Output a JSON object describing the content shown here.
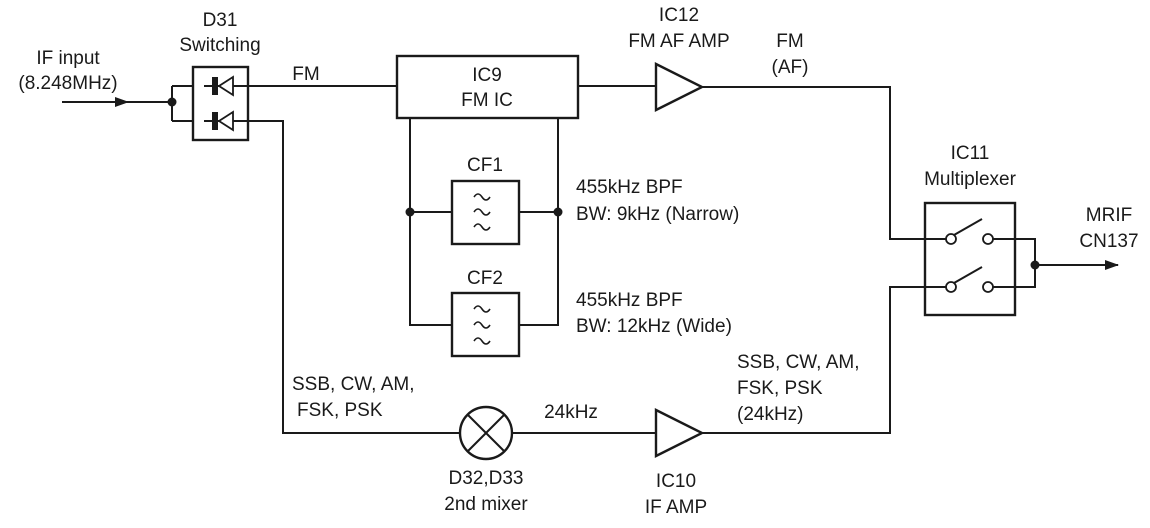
{
  "colors": {
    "line": "#1a1a1a",
    "background": "#ffffff"
  },
  "labels": {
    "if_input": [
      "IF input",
      "(8.248MHz)"
    ],
    "d31": [
      "D31",
      "Switching"
    ],
    "fm_path": "FM",
    "ic9": [
      "IC9",
      "FM IC"
    ],
    "ic12": [
      "IC12",
      "FM AF AMP"
    ],
    "fm_af": [
      "FM",
      "(AF)"
    ],
    "cf1": "CF1",
    "cf1_spec": [
      "455kHz BPF",
      "BW: 9kHz (Narrow)"
    ],
    "cf2": "CF2",
    "cf2_spec": [
      "455kHz BPF",
      "BW: 12kHz (Wide)"
    ],
    "ic11": [
      "IC11",
      "Multiplexer"
    ],
    "mrif": [
      "MRIF",
      "CN137"
    ],
    "ssb_path": [
      "SSB, CW, AM,",
      "FSK, PSK"
    ],
    "mixer_out": "24kHz",
    "mixer": [
      "D32,D33",
      "2nd mixer"
    ],
    "ic10": [
      "IC10",
      "IF AMP"
    ],
    "ssb_out": [
      "SSB, CW, AM,",
      "FSK, PSK",
      "(24kHz)"
    ]
  }
}
